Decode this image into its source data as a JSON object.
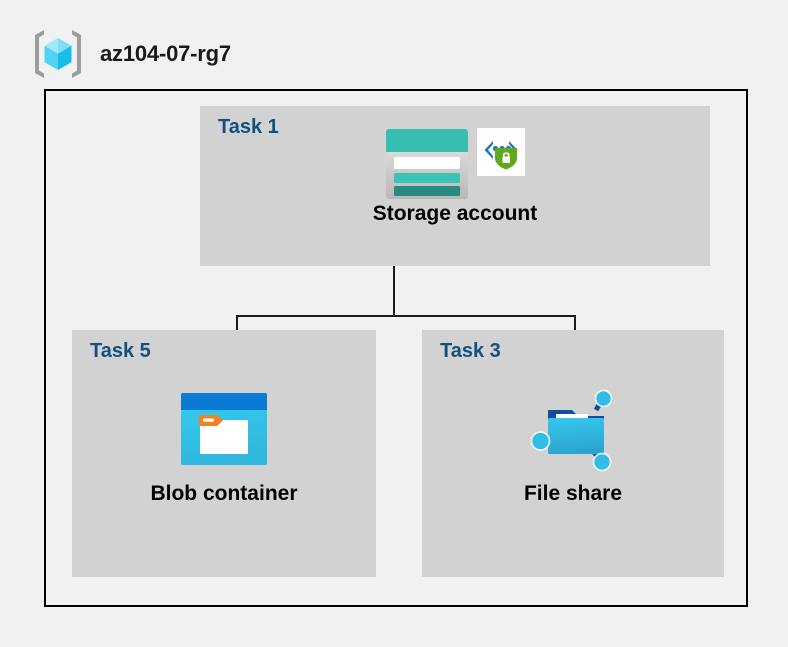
{
  "header": {
    "icon": "resource-group-cube-icon",
    "title": "az104-07-rg7"
  },
  "diagram": {
    "type": "azure-architecture-tree",
    "container_label": "resource-group-boundary",
    "panels": [
      {
        "id": "task1",
        "task_label": "Task 1",
        "node_label": "Storage account",
        "icons": [
          "storage-account-icon",
          "secure-endpoint-shield-icon"
        ]
      },
      {
        "id": "task5",
        "task_label": "Task 5",
        "node_label": "Blob container",
        "icons": [
          "blob-container-icon"
        ]
      },
      {
        "id": "task3",
        "task_label": "Task 3",
        "node_label": "File share",
        "icons": [
          "file-share-icon"
        ]
      }
    ],
    "connections": [
      {
        "from": "Storage account",
        "to": "Blob container"
      },
      {
        "from": "Storage account",
        "to": "File share"
      }
    ]
  },
  "colors": {
    "background": "#f1f1f1",
    "panel": "#d2d2d2",
    "border": "#000000",
    "task_text": "#11507f",
    "node_text": "#000000",
    "storage_teal": "#37beb0",
    "storage_teal_dark": "#2a8a80",
    "blob_blue": "#0a7bd4",
    "blob_cyan": "#32c8f0",
    "blob_orange": "#f58220",
    "file_cyan": "#32bde8",
    "file_blue_dark": "#0d4f9e",
    "shield_green": "#5fa81f",
    "cube_cyan": "#7fe3f7",
    "bracket_gray": "#9d9d9d"
  }
}
